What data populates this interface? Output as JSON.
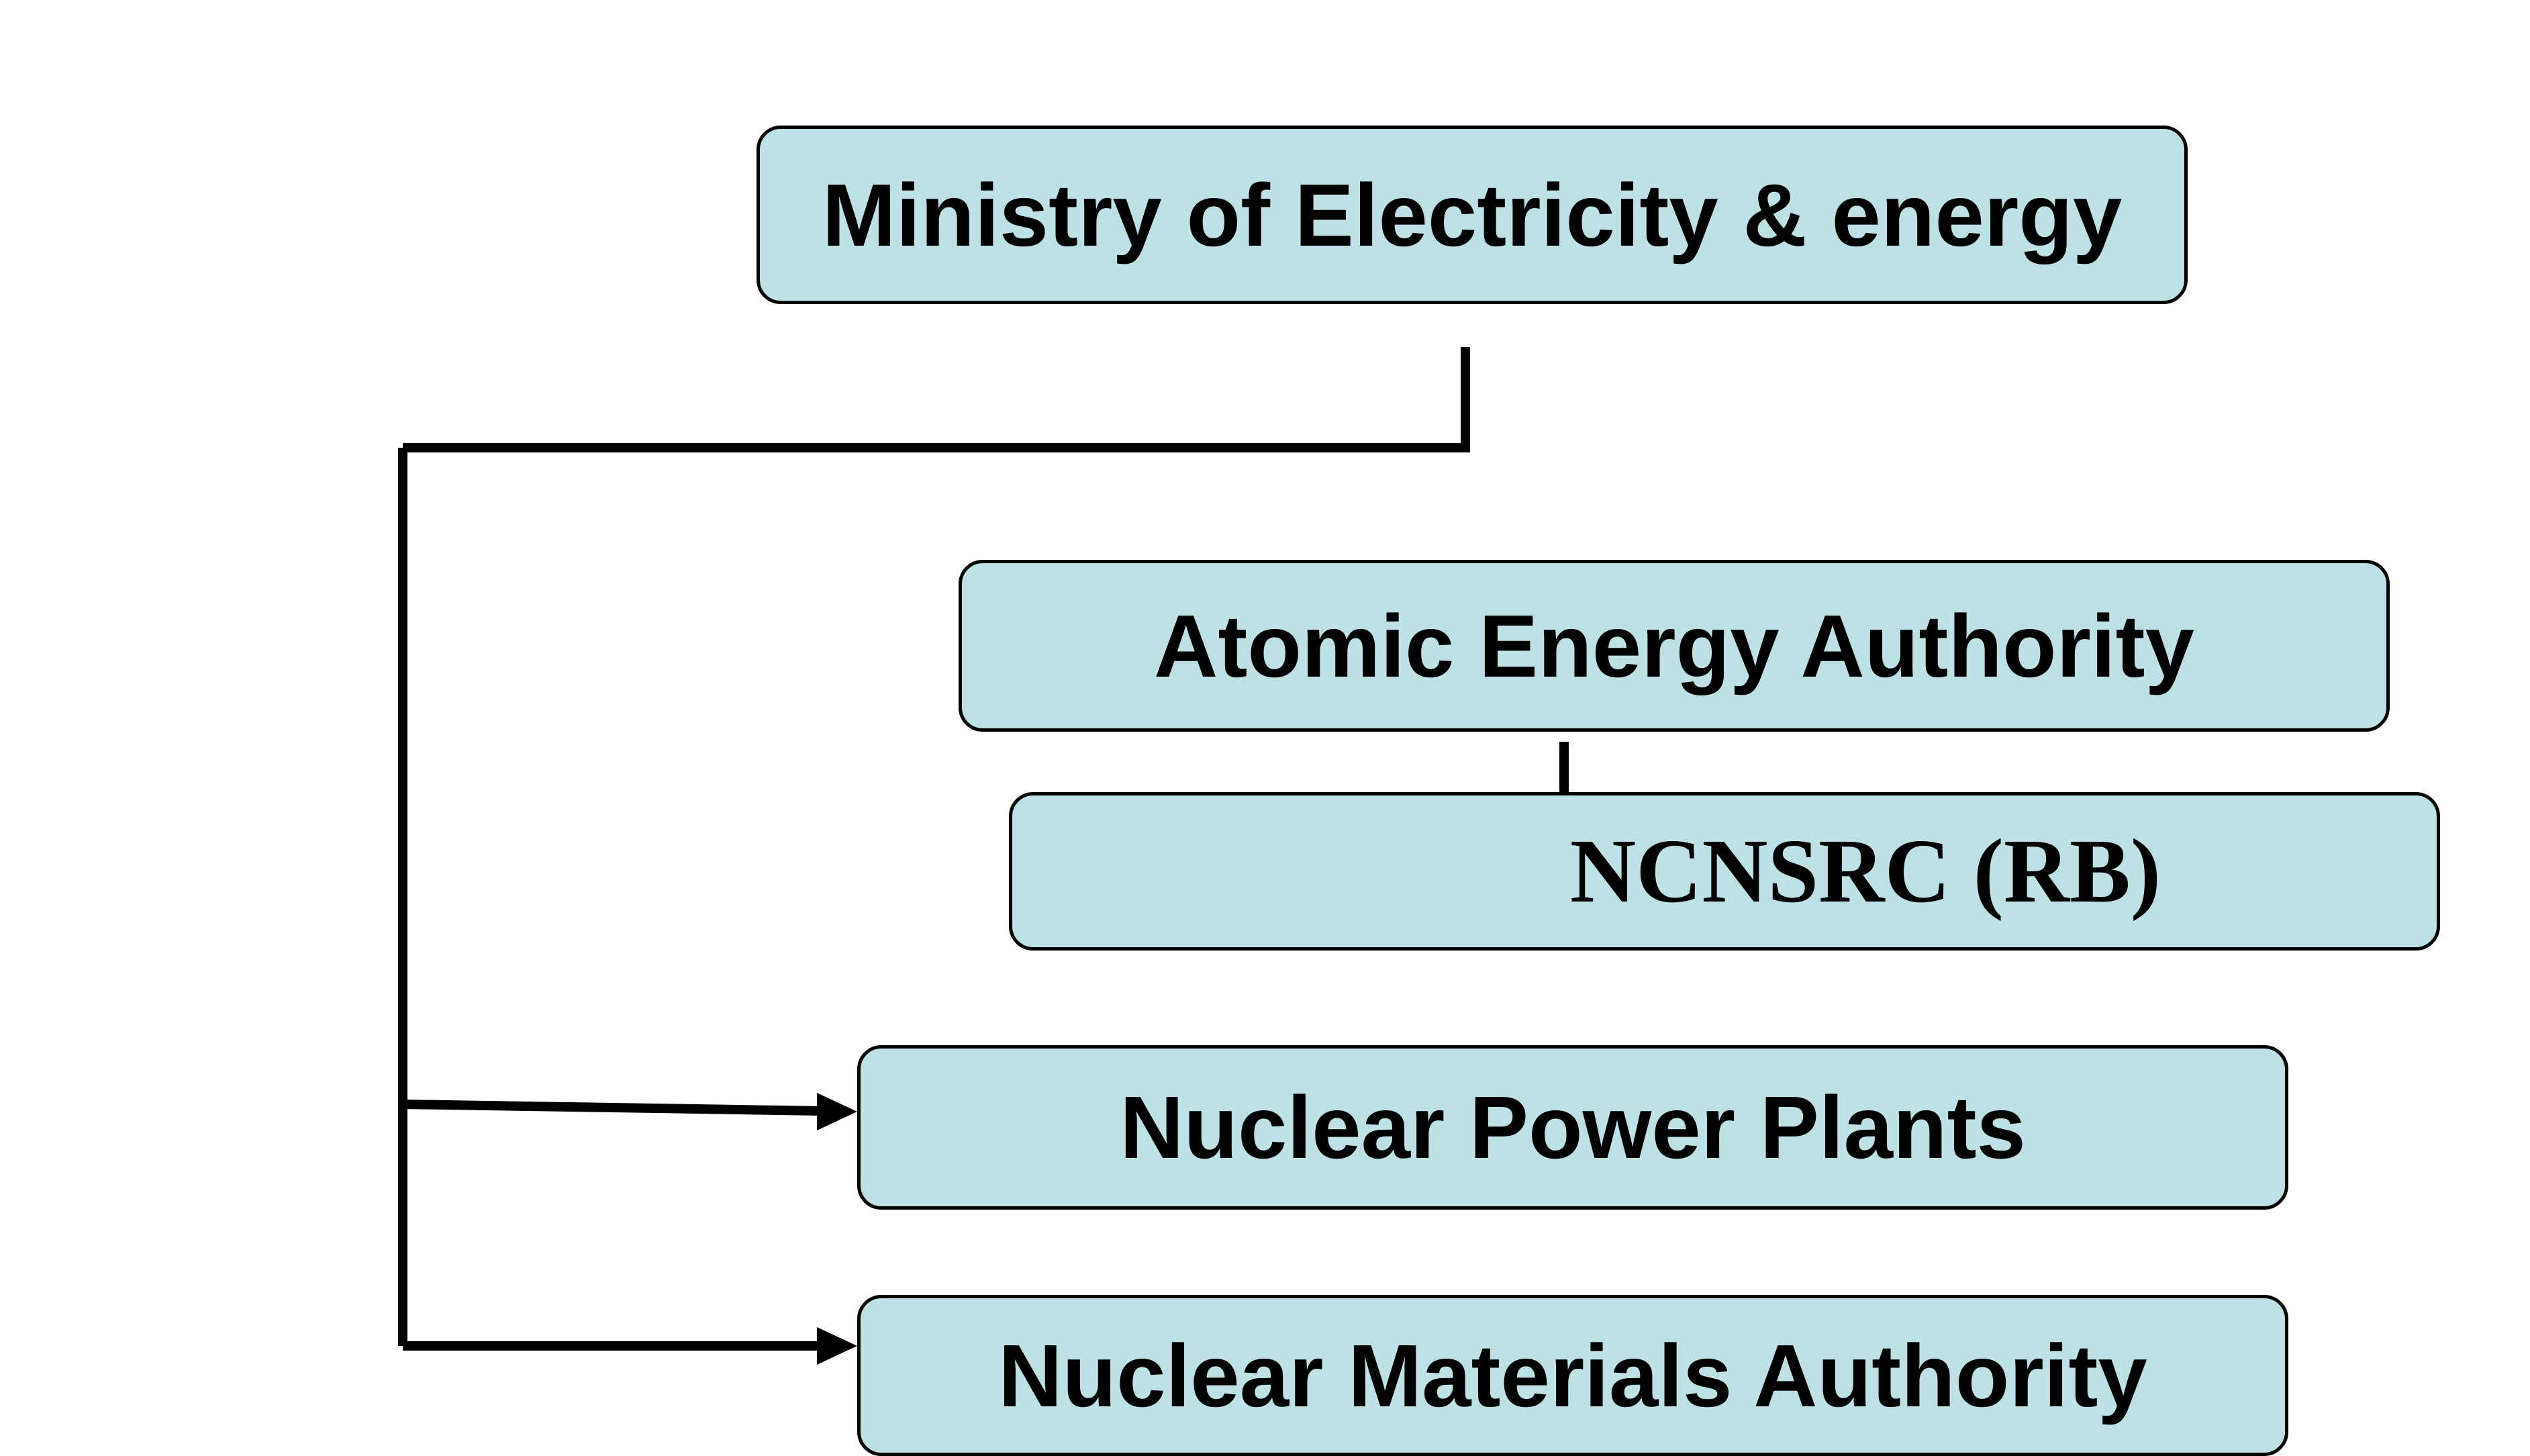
{
  "diagram": {
    "nodes": {
      "ministry": "Ministry of Electricity & energy",
      "atomic_energy_authority": "Atomic Energy Authority",
      "ncnsrc": "NCNSRC (RB)",
      "nuclear_power_plants": "Nuclear Power Plants",
      "nuclear_materials_authority": "Nuclear Materials Authority"
    },
    "edges": [
      {
        "from": "ministry",
        "to": "nuclear_power_plants",
        "arrow": true
      },
      {
        "from": "ministry",
        "to": "nuclear_materials_authority",
        "arrow": true
      },
      {
        "from": "atomic_energy_authority",
        "to": "ncnsrc",
        "arrow": false
      }
    ],
    "colors": {
      "box_fill": "#bde1e5",
      "line": "#000000",
      "background": "#ffffff"
    }
  }
}
